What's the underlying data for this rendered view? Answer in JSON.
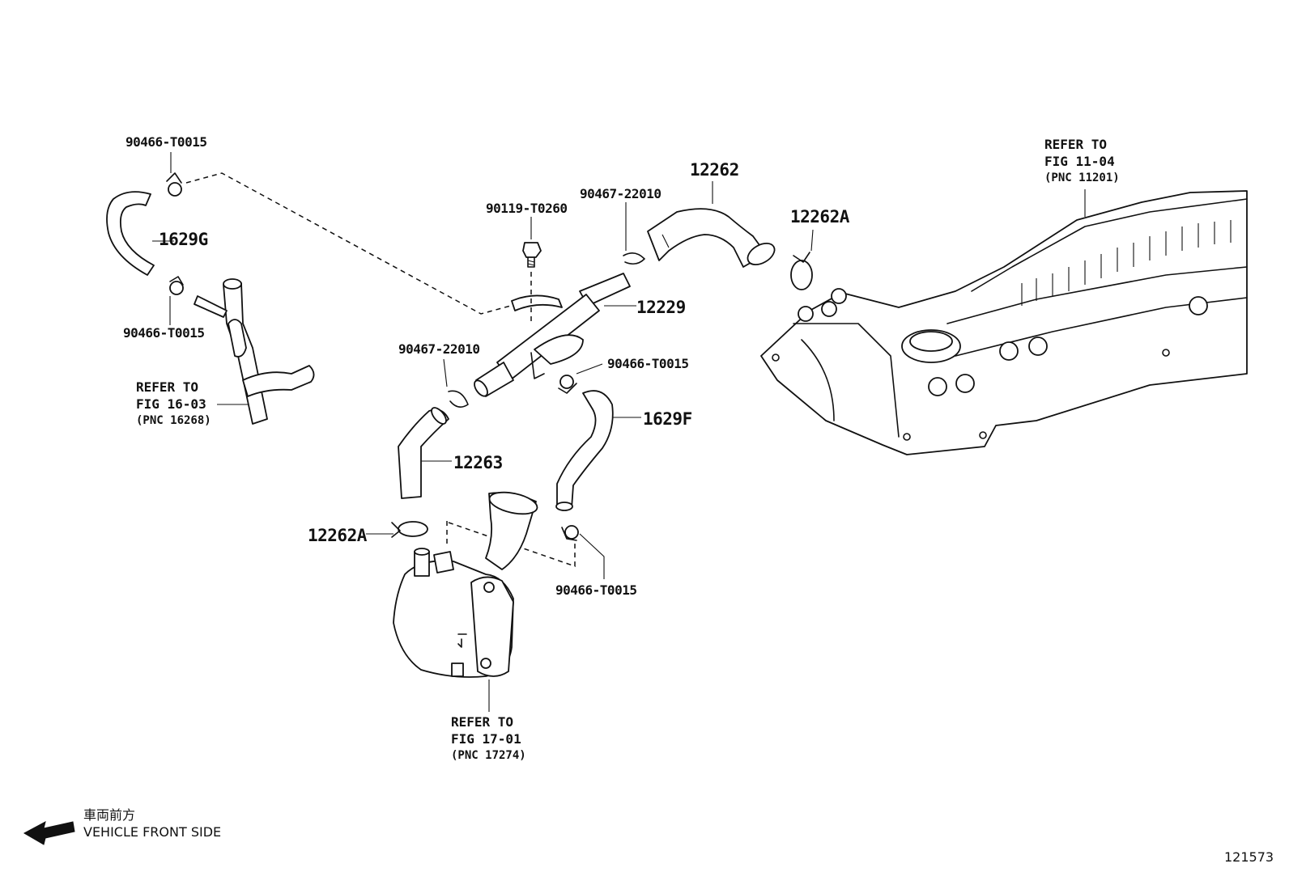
{
  "labels": {
    "clamp_top_left": "90466-T0015",
    "hose_1629g": "1629G",
    "clamp_left_mid": "90466-T0015",
    "bolt": "90119-T0260",
    "clip_upper": "90467-22010",
    "hose_12262": "12262",
    "plug_right": "12262A",
    "pipe_12229": "12229",
    "clip_mid": "90467-22010",
    "clamp_mid_right": "90466-T0015",
    "hose_1629f": "1629F",
    "hose_12263": "12263",
    "plug_left": "12262A",
    "clamp_bottom": "90466-T0015"
  },
  "refs": {
    "left": {
      "line1": "REFER TO",
      "line2": "FIG 16-03",
      "line3": "(PNC 16268)"
    },
    "bottom": {
      "line1": "REFER TO",
      "line2": "FIG 17-01",
      "line3": "(PNC 17274)"
    },
    "right": {
      "line1": "REFER TO",
      "line2": "FIG 11-04",
      "line3": "(PNC 11201)"
    }
  },
  "direction": {
    "jp": "車両前方",
    "en": "VEHICLE FRONT SIDE",
    "icon": "arrow-left-icon"
  },
  "figure_number": "121573",
  "colors": {
    "ink": "#111111",
    "background": "#ffffff"
  }
}
